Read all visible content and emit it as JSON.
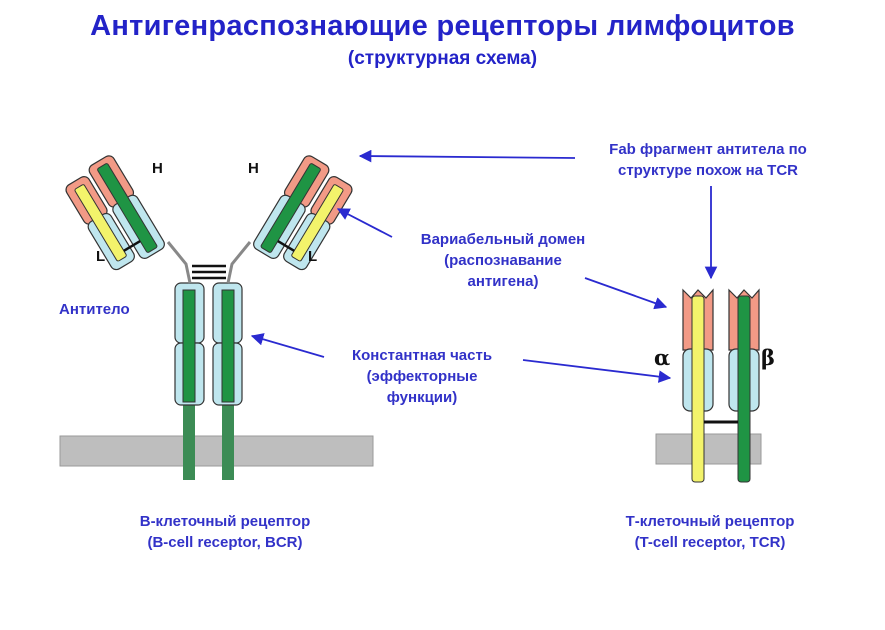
{
  "title": "Антигенраспознающие рецепторы  лимфоцитов",
  "subtitle": "(структурная схема)",
  "labels": {
    "heavy_chain": "H",
    "light_chain": "L",
    "antibody": "Антитело",
    "fab": [
      "Fab фрагмент антитела по",
      "структуре похож на TCR"
    ],
    "variable": [
      "Вариабельный домен",
      "(распознавание",
      "антигена)"
    ],
    "constant": [
      "Константная часть",
      "(эффекторные",
      "функции)"
    ],
    "alpha": "α",
    "beta": "β",
    "bcr": [
      "В-клеточный рецептор",
      "(B-cell receptor, BCR)"
    ],
    "tcr": [
      "Т-клеточный рецептор",
      "(T-cell receptor, TCR)"
    ]
  },
  "colors": {
    "text_blue": "#2323c8",
    "variable_domain": "#f29a86",
    "constant_domain": "#bfe6ee",
    "heavy_chain": "#1f9444",
    "light_chain": "#f3f36b",
    "membrane": "#bebebe"
  }
}
